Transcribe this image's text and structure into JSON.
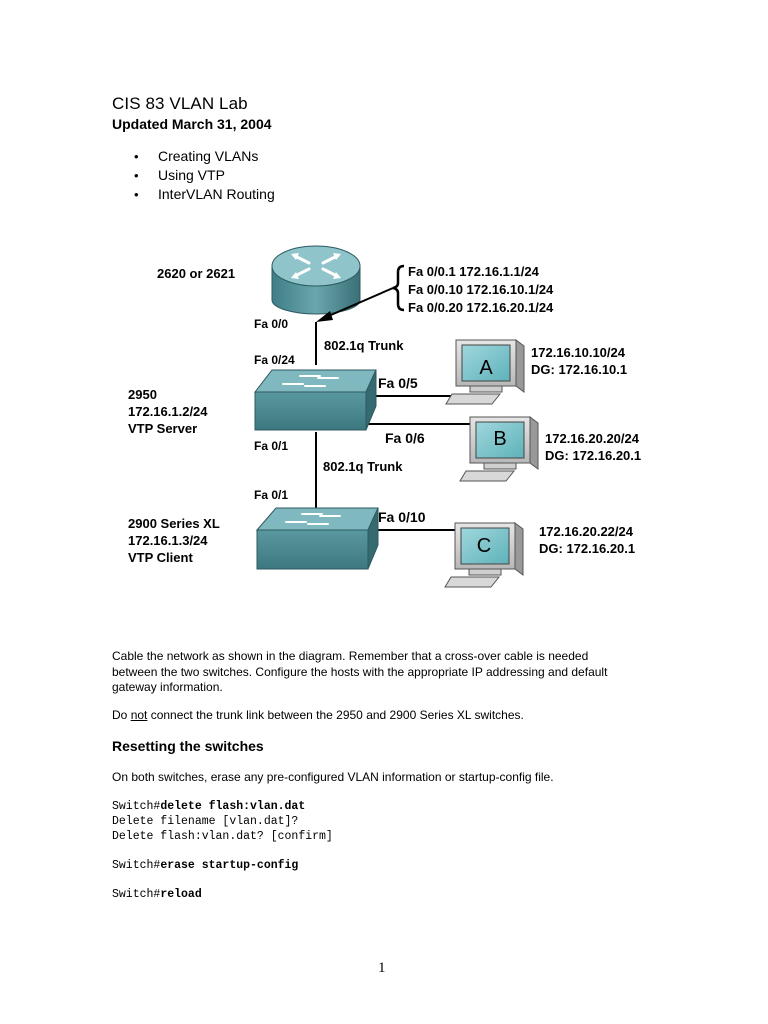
{
  "header": {
    "title": "CIS 83 VLAN Lab",
    "subtitle": "Updated March 31, 2004"
  },
  "bullets": [
    "Creating VLANs",
    "Using VTP",
    "InterVLAN Routing"
  ],
  "diagram": {
    "router_label": "2620 or 2621",
    "subinterfaces": [
      "Fa 0/0.1 172.16.1.1/24",
      "Fa 0/0.10 172.16.10.1/24",
      "Fa 0/0.20 172.16.20.1/24"
    ],
    "router_port": "Fa 0/0",
    "trunk_upper": "802.1q Trunk",
    "switch1_uplink": "Fa 0/24",
    "switch1_label": [
      "2950",
      "172.16.1.2/24",
      "VTP Server"
    ],
    "switch1_port_a": "Fa 0/5",
    "switch1_port_b": "Fa 0/6",
    "switch1_down": "Fa 0/1",
    "trunk_lower": "802.1q Trunk",
    "switch2_up": "Fa 0/1",
    "switch2_label": [
      "2900 Series XL",
      "172.16.1.3/24",
      "VTP Client"
    ],
    "switch2_port_c": "Fa 0/10",
    "hosts": [
      {
        "letter": "A",
        "ip": "172.16.10.10/24",
        "dg": "DG: 172.16.10.1"
      },
      {
        "letter": "B",
        "ip": "172.16.20.20/24",
        "dg": "DG: 172.16.20.1"
      },
      {
        "letter": "C",
        "ip": "172.16.20.22/24",
        "dg": "DG: 172.16.20.1"
      }
    ]
  },
  "body": {
    "para1_lines": [
      "Cable the network as shown in the diagram.  Remember that a cross-over cable is needed",
      "between the two switches.  Configure the hosts with the appropriate IP addressing and default",
      "gateway information."
    ],
    "para2_pre": "Do ",
    "para2_underline": "not",
    "para2_post": " connect the trunk link between the 2950 and 2900 Series XL switches.",
    "section_heading": "Resetting the switches",
    "para3": "On both switches, erase any pre-configured VLAN information or startup-config file.",
    "code_prompt": "Switch#",
    "code_cmd1": "delete flash:vlan.dat",
    "code_line2": "Delete filename [vlan.dat]?",
    "code_line3": "Delete flash:vlan.dat? [confirm]",
    "code_cmd2": "erase startup-config",
    "code_cmd3": "reload"
  },
  "footer": {
    "page_number": "1"
  }
}
